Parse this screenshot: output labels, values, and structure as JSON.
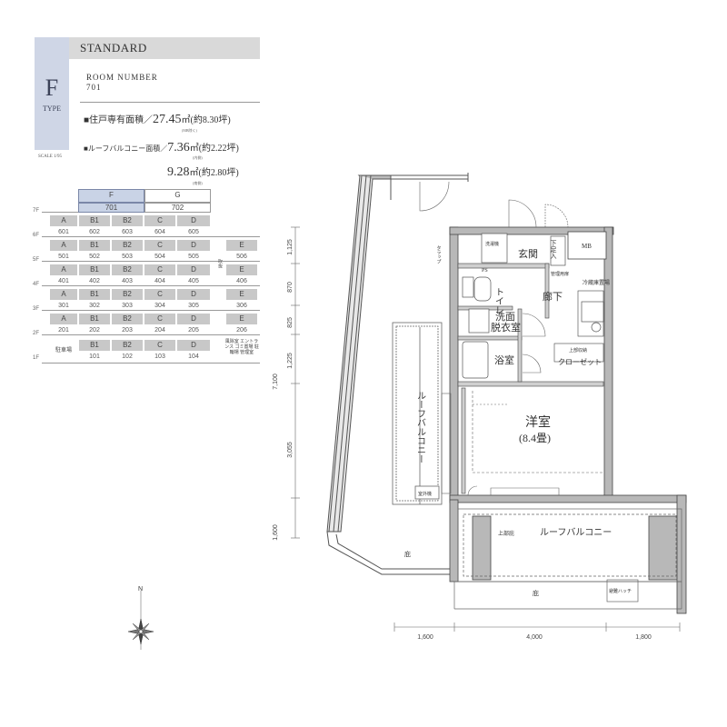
{
  "header": {
    "type_letter": "F",
    "type_word": "TYPE",
    "scale": "SCALE 1/95",
    "standard": "STANDARD",
    "room_number_label": "ROOM NUMBER",
    "room_number": "701"
  },
  "specs": {
    "private_area_label": "■住戸専有面積／",
    "private_area_value": "27.45",
    "private_area_unit": "㎡",
    "private_area_tsubo": "(約8.30坪)",
    "private_area_note": "(MB除く)",
    "balcony_label": "■ルーフバルコニー面積／",
    "balcony_inner_value": "7.36",
    "balcony_inner_unit": "㎡",
    "balcony_inner_tsubo": "(約2.22坪)",
    "balcony_inner_note": "(内側)",
    "balcony_south_value": "9.28",
    "balcony_south_unit": "㎡",
    "balcony_south_tsubo": "(約2.80坪)",
    "balcony_south_note": "(南側)"
  },
  "keyplan": {
    "floors": [
      "7F",
      "6F",
      "5F",
      "4F",
      "3F",
      "2F",
      "1F"
    ],
    "top_headers": [
      "F",
      "G"
    ],
    "top_numbers": [
      "701",
      "702"
    ],
    "rows": [
      {
        "letters": [
          "A",
          "B1",
          "B2",
          "C",
          "D"
        ],
        "numbers": [
          "601",
          "602",
          "603",
          "604",
          "605"
        ]
      },
      {
        "letters": [
          "A",
          "B1",
          "B2",
          "C",
          "D"
        ],
        "numbers": [
          "501",
          "502",
          "503",
          "504",
          "505"
        ],
        "e": "E",
        "e_num": "506"
      },
      {
        "letters": [
          "A",
          "B1",
          "B2",
          "C",
          "D"
        ],
        "numbers": [
          "401",
          "402",
          "403",
          "404",
          "405"
        ],
        "e": "E",
        "e_num": "406"
      },
      {
        "letters": [
          "A",
          "B1",
          "B2",
          "C",
          "D"
        ],
        "numbers": [
          "301",
          "302",
          "303",
          "304",
          "305"
        ],
        "e": "E",
        "e_num": "306"
      },
      {
        "letters": [
          "A",
          "B1",
          "B2",
          "C",
          "D"
        ],
        "numbers": [
          "201",
          "202",
          "203",
          "204",
          "205"
        ],
        "e": "E",
        "e_num": "206"
      }
    ],
    "ground": {
      "parking": "駐車場",
      "numbers": [
        "101",
        "102",
        "103",
        "104"
      ],
      "letters": [
        "B1",
        "B2",
        "C",
        "D"
      ],
      "entrance": "風除室 エントランス ゴミ置場 駐輪場 管理室"
    },
    "void_label": "吹抜"
  },
  "plan": {
    "rooms": {
      "genkan": "玄関",
      "rouka": "廊下",
      "toilet": "トイレ",
      "senmen1": "洗面",
      "senmen2": "脱衣室",
      "yokushitsu": "浴室",
      "youshitsu": "洋室",
      "youshitsu_size": "(8.4畳)",
      "roof_balcony_vertical": "ルーフバルコニー",
      "roof_balcony_horizontal": "ルーフバルコニー",
      "closet": "クローゼット",
      "mb": "MB",
      "geta": "下足入",
      "ps": "PS",
      "reizouko": "冷蔵庫置場",
      "kanri": "管理用扉",
      "hiroma": "上部収納",
      "sentakuki": "洗濯機",
      "shitsugai": "室外機",
      "jouge": "上部庇",
      "hisashi": "庇",
      "hisashi2": "庇",
      "tarappu": "タラップ",
      "ribbon": "避難ハッチ"
    },
    "dims_vertical": [
      "1,125",
      "870",
      "825",
      "1,225",
      "3,055",
      "1,600"
    ],
    "dim_total": "7,100",
    "dims_horizontal": [
      "1,600",
      "4,000",
      "1,800"
    ]
  },
  "compass": {
    "north": "N"
  }
}
